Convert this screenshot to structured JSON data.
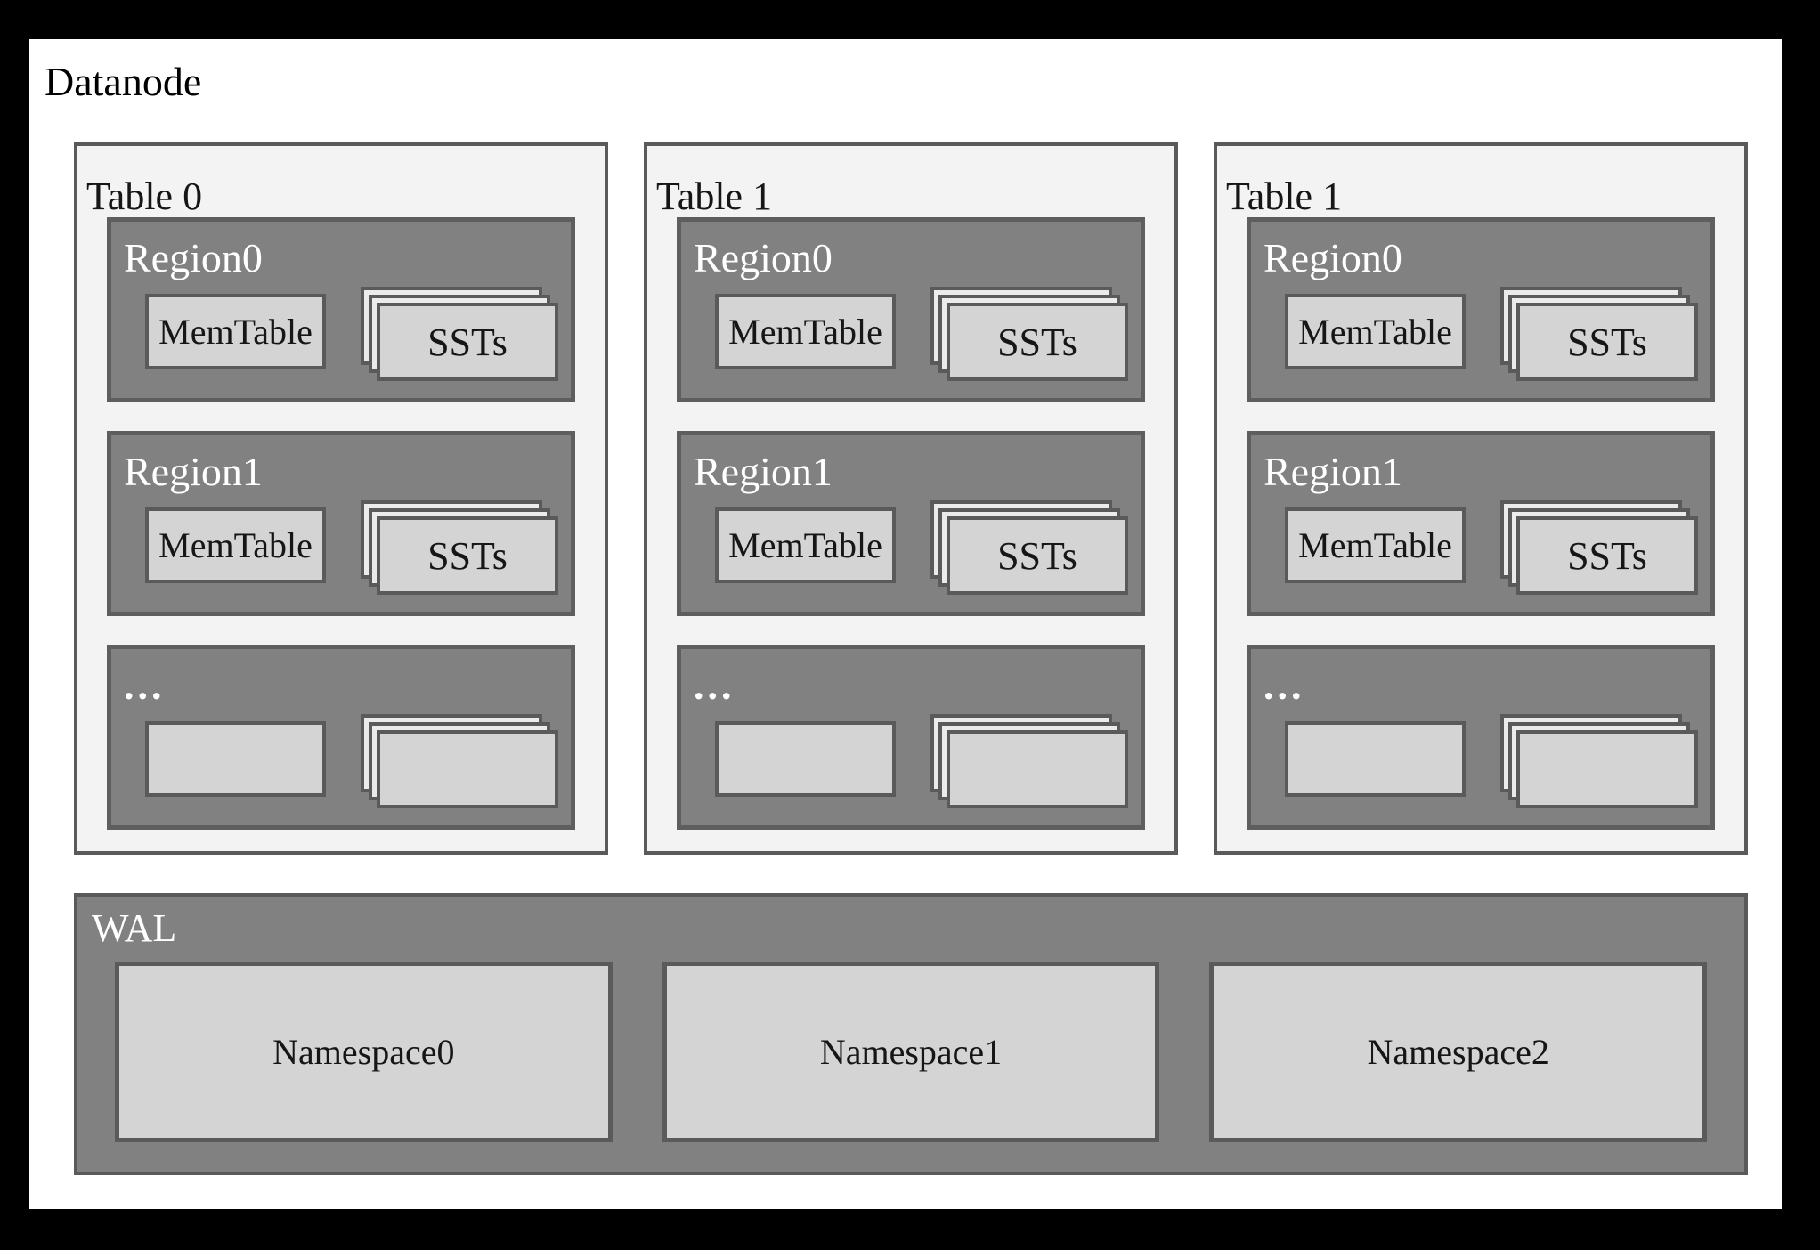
{
  "title": "Datanode",
  "colors": {
    "background": "#000000",
    "canvas": "#ffffff",
    "panel_fill": "#f3f3f3",
    "panel_border": "#5a5a5a",
    "region_fill": "#818181",
    "region_border": "#5e5e5e",
    "box_fill": "#d4d4d4",
    "box_border": "#5a5a5a",
    "stack_back_fill": "#ebebeb"
  },
  "tables": [
    {
      "label": "Table 0",
      "regions": [
        {
          "label": "Region0",
          "memtable_label": "MemTable",
          "ssts_label": "SSTs"
        },
        {
          "label": "Region1",
          "memtable_label": "MemTable",
          "ssts_label": "SSTs"
        },
        {
          "label": "...",
          "memtable_label": "",
          "ssts_label": ""
        }
      ]
    },
    {
      "label": "Table 1",
      "regions": [
        {
          "label": "Region0",
          "memtable_label": "MemTable",
          "ssts_label": "SSTs"
        },
        {
          "label": "Region1",
          "memtable_label": "MemTable",
          "ssts_label": "SSTs"
        },
        {
          "label": "...",
          "memtable_label": "",
          "ssts_label": ""
        }
      ]
    },
    {
      "label": "Table 1",
      "regions": [
        {
          "label": "Region0",
          "memtable_label": "MemTable",
          "ssts_label": "SSTs"
        },
        {
          "label": "Region1",
          "memtable_label": "MemTable",
          "ssts_label": "SSTs"
        },
        {
          "label": "...",
          "memtable_label": "",
          "ssts_label": ""
        }
      ]
    }
  ],
  "wal": {
    "label": "WAL",
    "namespaces": [
      {
        "label": "Namespace0"
      },
      {
        "label": "Namespace1"
      },
      {
        "label": "Namespace2"
      }
    ]
  }
}
